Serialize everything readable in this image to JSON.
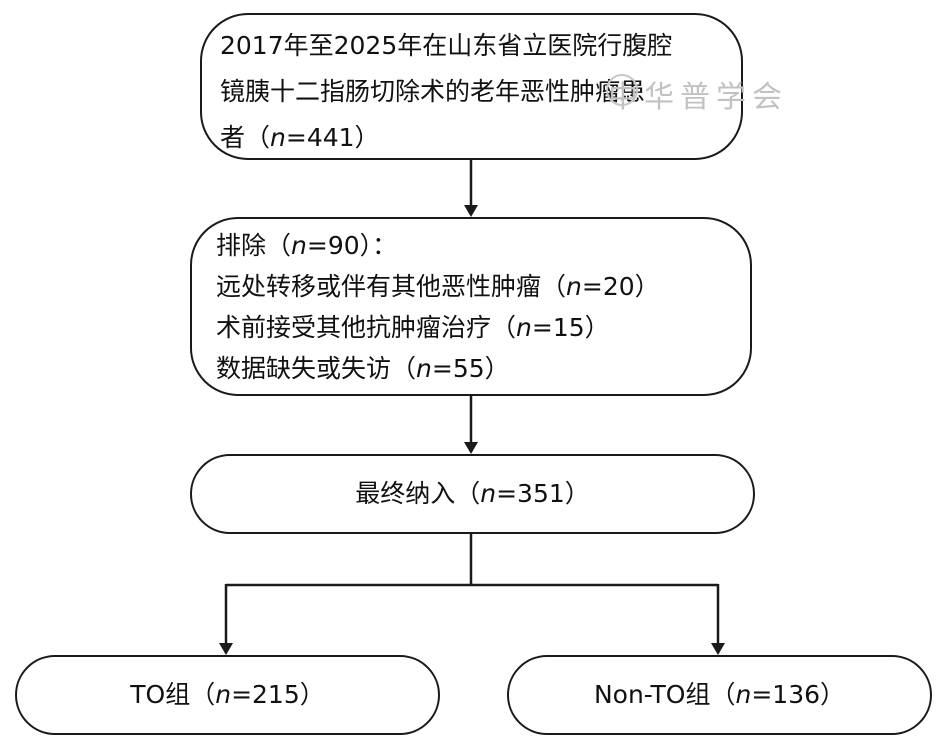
{
  "boxes": {
    "initial": {
      "lines": [
        "2017年至2025年在山东省立医院行腹腔",
        "镜胰十二指肠切除术的老年恶性肿瘤患"
      ],
      "last_prefix": "者（",
      "n_label": "n",
      "n_value": "=441",
      "suffix": "）"
    },
    "exclude": {
      "header_prefix": "排除（",
      "header_n": "n",
      "header_value": "=90",
      "header_suffix": "）：",
      "items": [
        {
          "prefix": "远处转移或伴有其他恶性肿瘤（",
          "n": "n",
          "value": "=20",
          "suffix": "）"
        },
        {
          "prefix": "术前接受其他抗肿瘤治疗（",
          "n": "n",
          "value": "=15",
          "suffix": "）"
        },
        {
          "prefix": "数据缺失或失访（",
          "n": "n",
          "value": "=55",
          "suffix": "）"
        }
      ]
    },
    "final": {
      "prefix": "最终纳入（",
      "n": "n",
      "value": "=351",
      "suffix": "）"
    },
    "to": {
      "prefix": "TO组（",
      "n": "n",
      "value": "=215",
      "suffix": "）"
    },
    "nonto": {
      "prefix": "Non-TO组（",
      "n": "n",
      "value": "=136",
      "suffix": "）"
    }
  },
  "watermark": {
    "text": "中华普学会"
  },
  "colors": {
    "stroke": "#1a1a1a",
    "watermark": "#c2c2c2"
  }
}
